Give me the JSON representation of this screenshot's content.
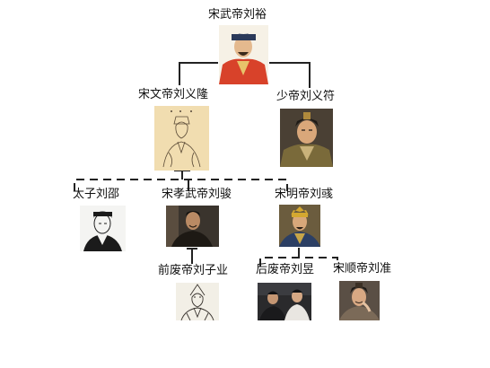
{
  "people": {
    "wu": {
      "name": "宋武帝刘裕",
      "portrait_icon": "emperor-red-robe-portrait"
    },
    "wen": {
      "name": "宋文帝刘义隆",
      "portrait_icon": "ink-sketch-emperor-portrait"
    },
    "shao": {
      "name": "少帝刘义符",
      "portrait_icon": "warrior-emperor-portrait"
    },
    "shao_crown_prince": {
      "name": "太子刘邵",
      "portrait_icon": "ink-sketch-prince-portrait"
    },
    "xiaowu": {
      "name": "宋孝武帝刘骏",
      "portrait_icon": "drama-emperor-portrait"
    },
    "ming": {
      "name": "宋明帝刘彧",
      "portrait_icon": "crowned-emperor-portrait"
    },
    "qianfei": {
      "name": "前废帝刘子业",
      "portrait_icon": "ink-sketch-boy-emperor-portrait"
    },
    "houfei": {
      "name": "后废帝刘昱",
      "portrait_icon": "drama-scene-portrait"
    },
    "shun": {
      "name": "宋顺帝刘准",
      "portrait_icon": "young-emperor-portrait"
    }
  },
  "colors": {
    "connector": "#222222",
    "red_robe": "#d8422a",
    "sketch_bg": "#f1ddb0",
    "dark_bg": "#3a342d"
  }
}
